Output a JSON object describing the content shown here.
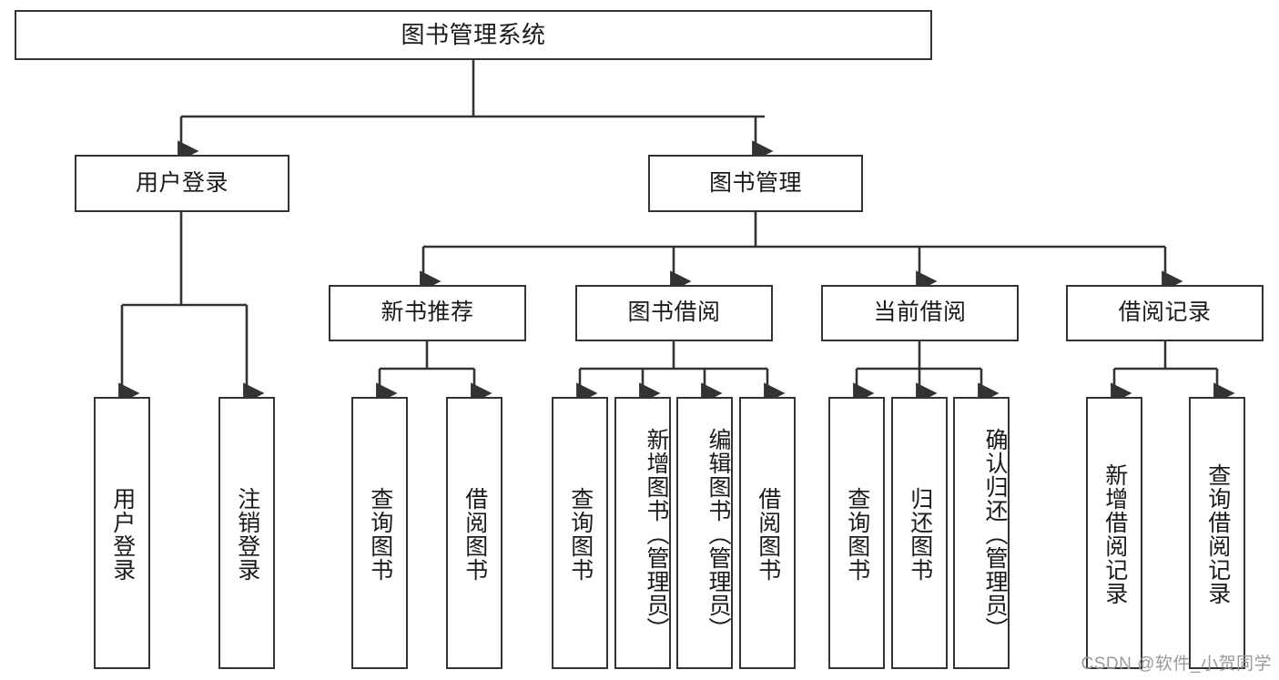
{
  "diagram": {
    "type": "tree-hierarchy",
    "title": "图书管理系统",
    "levels": 4,
    "colors": {
      "box_border": "#333333",
      "box_fill": "#ffffff",
      "connector": "#333333",
      "text": "#1a1a1a",
      "watermark": "#9a9a9a"
    },
    "root": {
      "label": "图书管理系统",
      "orientation": "horizontal"
    },
    "level2": [
      {
        "label": "用户登录",
        "orientation": "horizontal"
      },
      {
        "label": "图书管理",
        "orientation": "horizontal"
      }
    ],
    "level3": [
      {
        "label": "新书推荐",
        "orientation": "horizontal",
        "parent": "图书管理"
      },
      {
        "label": "图书借阅",
        "orientation": "horizontal",
        "parent": "图书管理"
      },
      {
        "label": "当前借阅",
        "orientation": "horizontal",
        "parent": "图书管理"
      },
      {
        "label": "借阅记录",
        "orientation": "horizontal",
        "parent": "图书管理"
      }
    ],
    "leaves": [
      {
        "label": "用户登录",
        "orientation": "vertical",
        "parent": "用户登录"
      },
      {
        "label": "注销登录",
        "orientation": "vertical",
        "parent": "用户登录"
      },
      {
        "label": "查询图书",
        "orientation": "vertical",
        "parent": "新书推荐"
      },
      {
        "label": "借阅图书",
        "orientation": "vertical",
        "parent": "新书推荐"
      },
      {
        "label": "查询图书",
        "orientation": "vertical",
        "parent": "图书借阅"
      },
      {
        "label": "新增图书（管理员）",
        "orientation": "vertical",
        "parent": "图书借阅"
      },
      {
        "label": "编辑图书（管理员）",
        "orientation": "vertical",
        "parent": "图书借阅"
      },
      {
        "label": "借阅图书",
        "orientation": "vertical",
        "parent": "图书借阅"
      },
      {
        "label": "查询图书",
        "orientation": "vertical",
        "parent": "当前借阅"
      },
      {
        "label": "归还图书",
        "orientation": "vertical",
        "parent": "当前借阅"
      },
      {
        "label": "确认归还（管理员）",
        "orientation": "vertical",
        "parent": "当前借阅"
      },
      {
        "label": "新增借阅记录",
        "orientation": "vertical",
        "parent": "借阅记录"
      },
      {
        "label": "查询借阅记录",
        "orientation": "vertical",
        "parent": "借阅记录"
      }
    ],
    "watermark": "CSDN @软件_小贺同学"
  }
}
